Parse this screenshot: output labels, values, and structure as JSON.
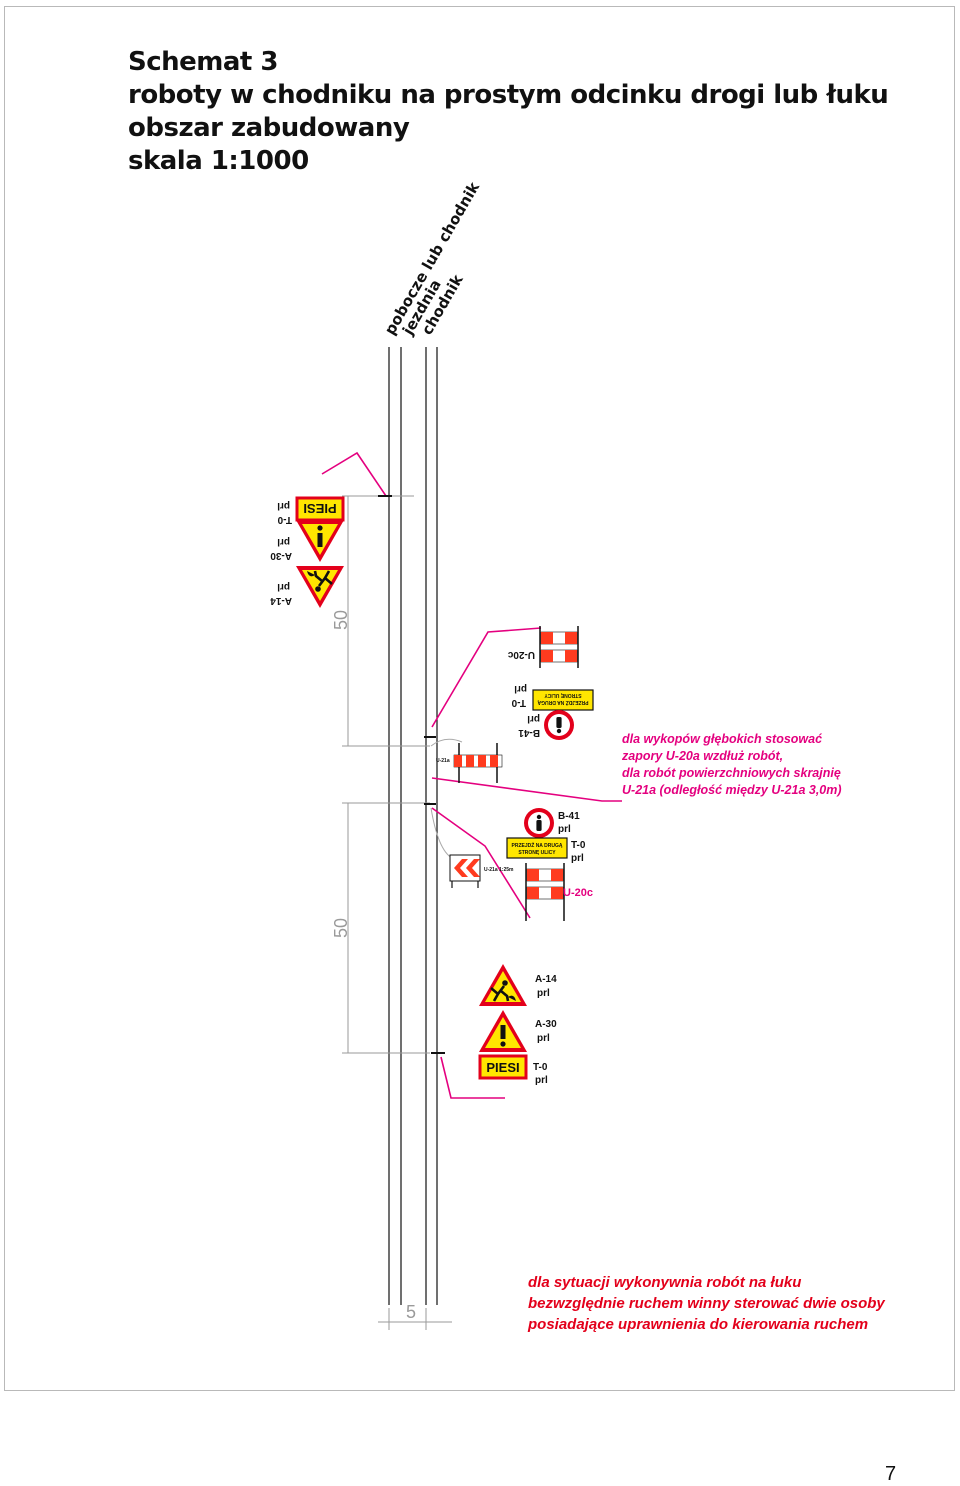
{
  "title": {
    "line1": "Schemat 3",
    "line2": "roboty w chodniku na prostym odcinku drogi lub łuku",
    "line3": "obszar zabudowany",
    "line4": "skala 1:1000"
  },
  "columns": {
    "shoulder": "pobocze lub chodnik",
    "road": "jezdnia",
    "sidewalk": "chodnik"
  },
  "dimensions": {
    "upper_length": "50",
    "lower_length": "50",
    "width": "5"
  },
  "signs_upper": {
    "a14": {
      "code": "A-14",
      "side": "prl"
    },
    "a30": {
      "code": "A-30",
      "side": "prl"
    },
    "t0": {
      "code": "T-0",
      "side": "prl",
      "text": "PIESI"
    },
    "b41": {
      "code": "B-41",
      "side": "prl"
    },
    "t0_cross": {
      "code": "T-0",
      "side": "prl",
      "text_line1": "PRZEJDŹ NA DRUGĄ",
      "text_line2": "STRONĘ ULICY"
    },
    "u20c": {
      "code": "U-20c"
    }
  },
  "signs_lower": {
    "b41": {
      "code": "B-41",
      "side": "prl"
    },
    "t0_cross": {
      "code": "T-0",
      "side": "prl",
      "text_line1": "PRZEJDŹ NA DRUGĄ",
      "text_line2": "STRONĘ ULICY"
    },
    "u20c": {
      "code": "U-20c"
    },
    "a14": {
      "code": "A-14",
      "side": "prl"
    },
    "a30": {
      "code": "A-30",
      "side": "prl"
    },
    "t0": {
      "code": "T-0",
      "side": "prl",
      "text": "PIESI"
    }
  },
  "small_labels": {
    "cones_upper": "U-21a",
    "cones_lower": "U-21a 1:25m"
  },
  "note_excavation": {
    "line1": "dla wykopów głębokich stosować",
    "line2": "zapory U-20a wzdłuż robót,",
    "line3": "dla robót powierzchniowych skrajnię",
    "line4": "U-21a (odległość między U-21a 3,0m)"
  },
  "note_curve": {
    "line1": "dla sytuacji wykonywnia robót na łuku",
    "line2": "bezwzględnie  ruchem winny sterować dwie osoby",
    "line3": "posiadające uprawnienia do kierowania ruchem"
  },
  "page_number": "7",
  "colors": {
    "leader": "#e4007f",
    "note_red": "#e3001b",
    "sign_yellow": "#ffe600",
    "sign_red": "#e3001b",
    "barrier_orange": "#ff3b1f"
  }
}
